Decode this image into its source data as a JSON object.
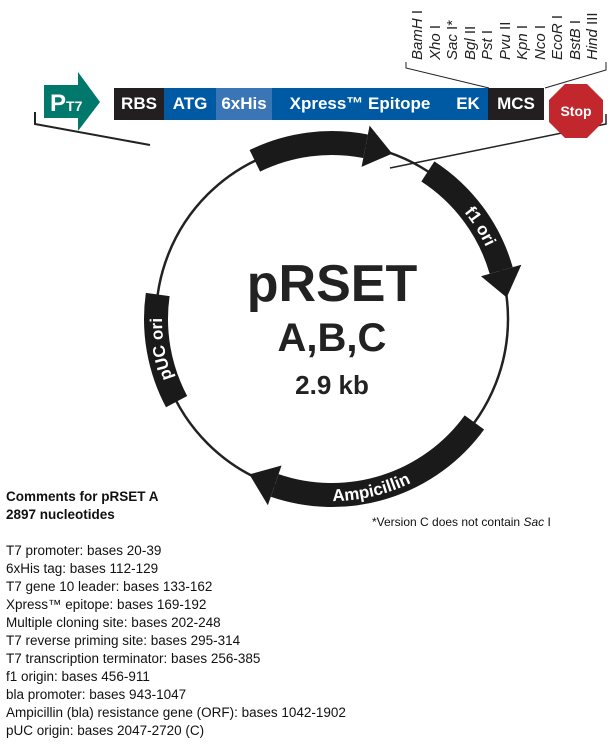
{
  "cassette": {
    "promoter": {
      "p": "P",
      "sub": "T7"
    },
    "segments": [
      {
        "label": "RBS",
        "color": "#231f20"
      },
      {
        "label": "ATG",
        "color": "#005aa3"
      },
      {
        "label": "6xHis",
        "color": "#3a75b5"
      },
      {
        "label": "Xpress™ Epitope",
        "color": "#005aa3"
      },
      {
        "label": "EK",
        "color": "#005aa3"
      },
      {
        "label": "MCS",
        "color": "#231f20"
      }
    ],
    "stop": "Stop",
    "promoter_color": "#00786b",
    "stop_color": "#c1272d"
  },
  "sites": [
    {
      "name": "BamH",
      "num": " I"
    },
    {
      "name": "Xho",
      "num": " I"
    },
    {
      "name": "Sac",
      "num": " I*"
    },
    {
      "name": "Bgl",
      "num": " II"
    },
    {
      "name": "Pst",
      "num": " I"
    },
    {
      "name": "Pvu",
      "num": " II"
    },
    {
      "name": "Kpn",
      "num": " I"
    },
    {
      "name": "Nco",
      "num": " I"
    },
    {
      "name": "EcoR",
      "num": " I"
    },
    {
      "name": "BstB",
      "num": " I"
    },
    {
      "name": "Hind",
      "num": " III"
    }
  ],
  "plasmid": {
    "name": "pRSET",
    "variants": "A,B,C",
    "size": "2.9 kb"
  },
  "features": {
    "f1": "f1 ori",
    "amp": "Ampicillin",
    "puc": "pUC ori"
  },
  "note": {
    "pre": "*Version C does not contain ",
    "em": "Sac",
    "post": " I"
  },
  "comments": {
    "title": "Comments for pRSET A",
    "length": "2897 nucleotides",
    "items": [
      "T7 promoter: bases 20-39",
      "6xHis tag: bases 112-129",
      "T7 gene 10 leader: bases 133-162",
      "Xpress™ epitope: bases 169-192",
      "Multiple cloning site: bases 202-248",
      "T7 reverse priming site: bases 295-314",
      "T7 transcription terminator: bases 256-385",
      "f1 origin: bases 456-911",
      "bla promoter: bases 943-1047",
      "Ampicillin (bla) resistance gene (ORF): bases 1042-1902",
      "pUC  origin: bases 2047-2720 (C)"
    ]
  }
}
